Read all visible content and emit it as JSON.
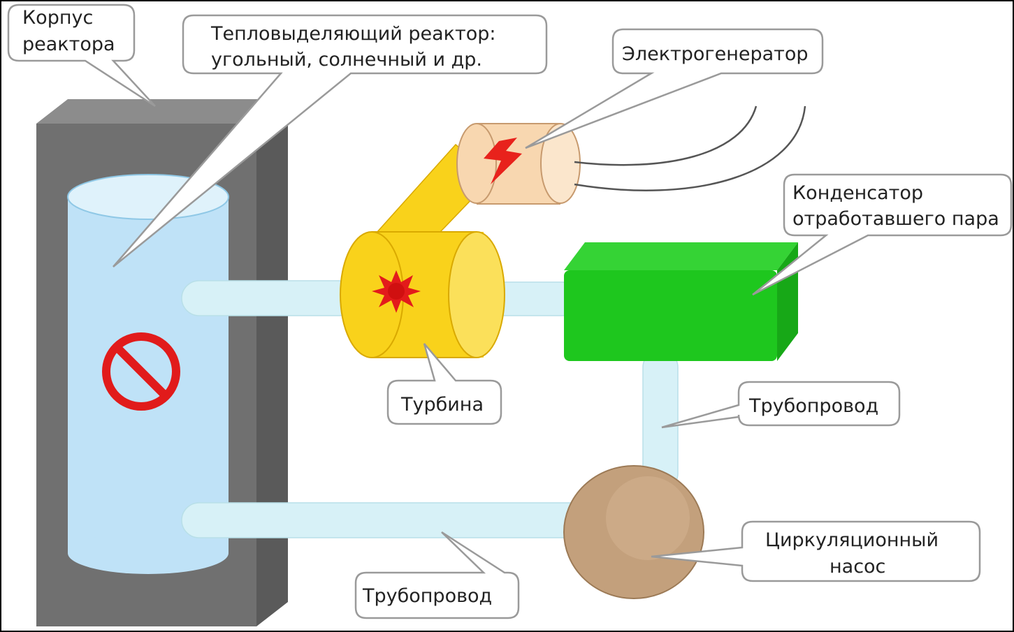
{
  "labels": {
    "vessel_line1": "Корпус",
    "vessel_line2": "реактора",
    "heat_reactor_line1": "Тепловыделяющий реактор:",
    "heat_reactor_line2": "угольный, солнечный и др.",
    "generator": "Электрогенератор",
    "condenser_line1": "Конденсатор",
    "condenser_line2": "отработавшего пара",
    "turbine": "Турбина",
    "pipeline_right": "Трубопровод",
    "pump_line1": "Циркуляционный",
    "pump_line2": "насос",
    "pipeline_bottom": "Трубопровод"
  },
  "colors": {
    "vessel": "#6e6e6e",
    "reactor_liquid": "#bfe2f7",
    "pipe": "#d7f1f7",
    "turbine": "#f9d21b",
    "generator": "#f8d7b0",
    "condenser": "#1ec71e",
    "pump": "#c3a07c",
    "no_sign": "#e11b1b",
    "lightning": "#e8221c"
  },
  "icons": {
    "reactor": "prohibition-icon",
    "turbine": "starburst-icon",
    "generator": "lightning-icon"
  }
}
